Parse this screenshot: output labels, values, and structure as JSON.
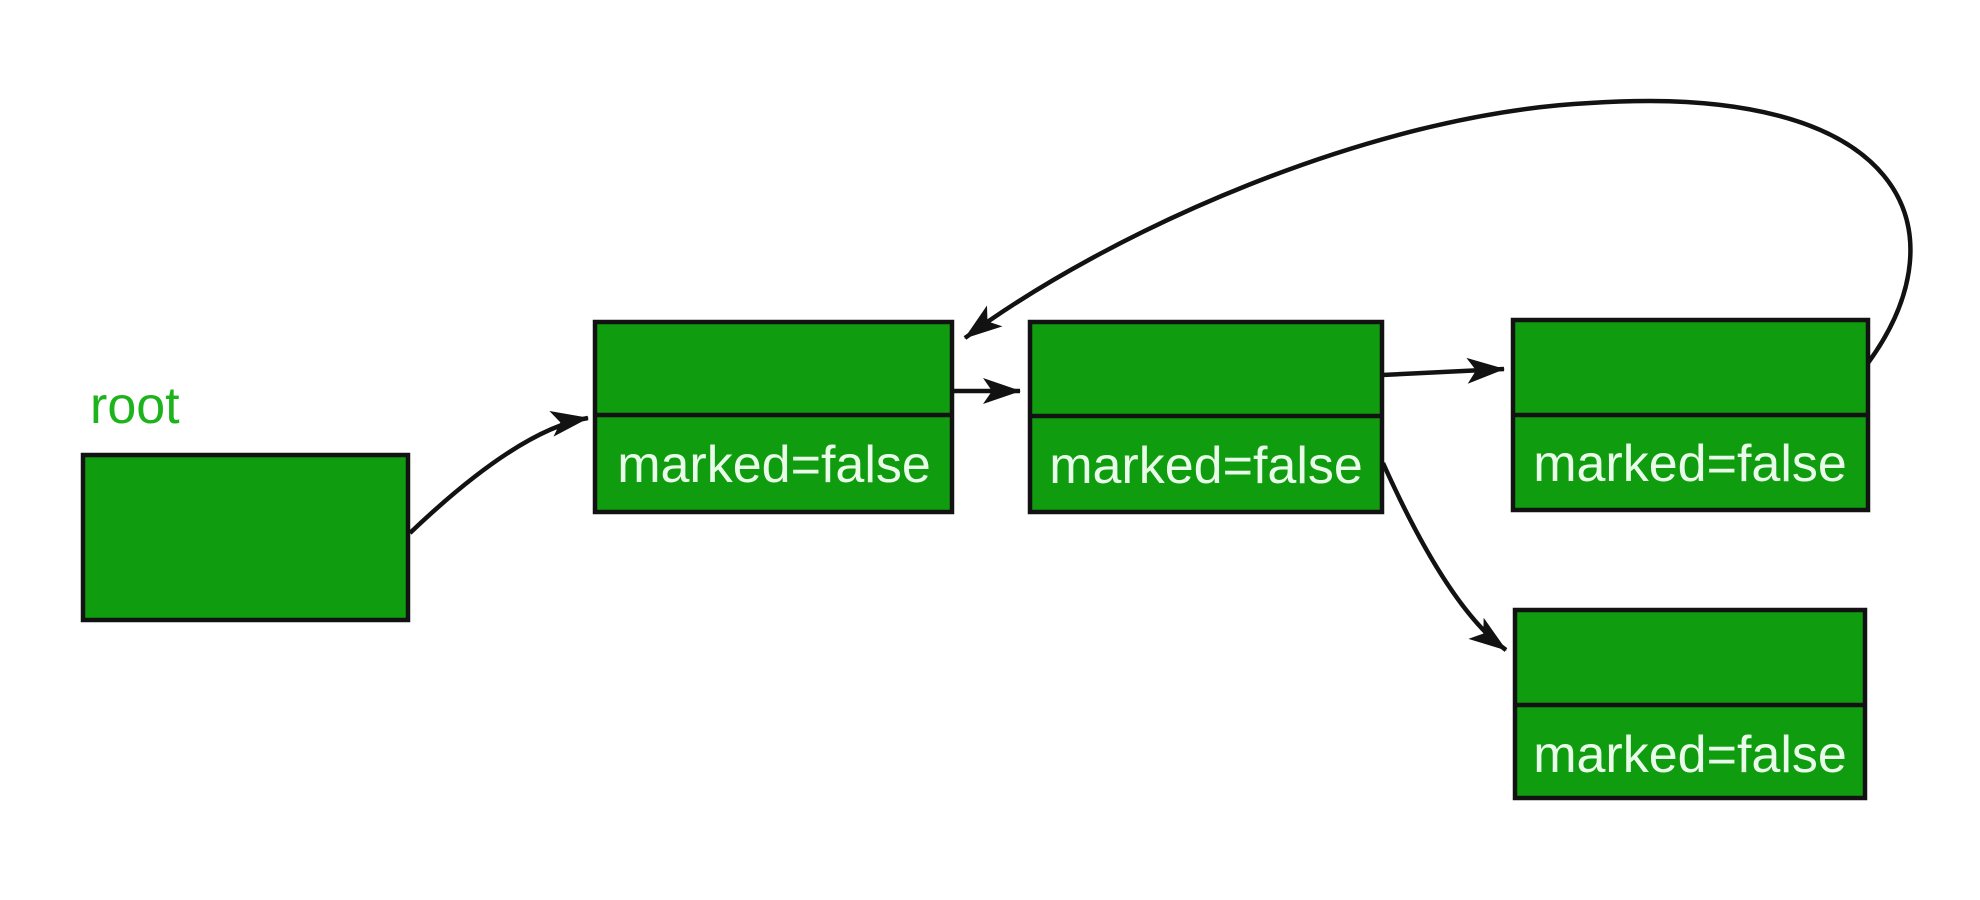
{
  "background": "#ffffff",
  "colors": {
    "node_fill": "#0f9d0f",
    "node_border": "#121212",
    "edge": "#121212",
    "node_text": "#e9fbe9",
    "root_label_color": "#1db31d"
  },
  "diagram": {
    "type": "heap-object-graph-mark-sweep",
    "root_label": "root",
    "nodes": [
      {
        "name": "root-node",
        "label": ""
      },
      {
        "name": "node-1",
        "label": "marked=false"
      },
      {
        "name": "node-2",
        "label": "marked=false"
      },
      {
        "name": "node-3",
        "label": "marked=false"
      },
      {
        "name": "node-4",
        "label": "marked=false"
      }
    ],
    "edges": [
      {
        "from": "root-node",
        "to": "node-1"
      },
      {
        "from": "node-1",
        "to": "node-2"
      },
      {
        "from": "node-2",
        "to": "node-3"
      },
      {
        "from": "node-2",
        "to": "node-4"
      },
      {
        "from": "node-3",
        "to": "node-1"
      }
    ]
  }
}
